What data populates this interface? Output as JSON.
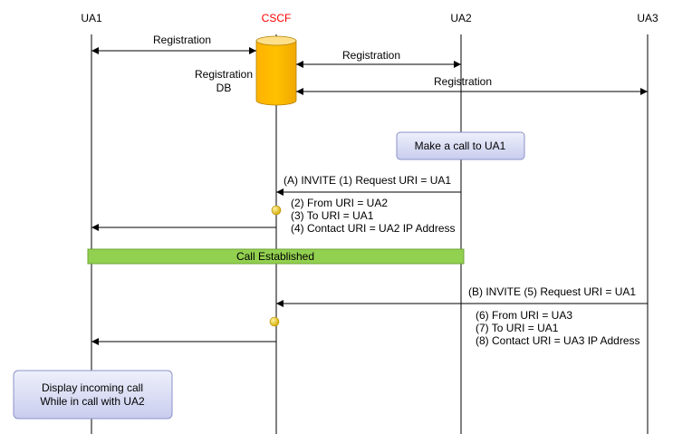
{
  "participants": {
    "ua1": "UA1",
    "cscf": "CSCF",
    "ua2": "UA2",
    "ua3": "UA3"
  },
  "colors": {
    "cscf_label": "#ff0000",
    "db_fill": "#ffc000",
    "db_top": "#ffd966",
    "established_bar": "#92d050",
    "note_fill": "#dde0f5",
    "note_border": "#8c92c8",
    "dot": "#e0b800"
  },
  "registration": {
    "ua1_label": "Registration",
    "ua2_label": "Registration",
    "ua3_label": "Registration",
    "db_label_line1": "Registration",
    "db_label_line2": "DB"
  },
  "notes": {
    "make_call": "Make a call to UA1",
    "display_line1": "Display incoming call",
    "display_line2": "While in call with UA2"
  },
  "invite_a": {
    "label": "(A) INVITE (1) Request URI = UA1",
    "from": "(2) From URI = UA2",
    "to": "(3) To URI = UA1",
    "contact": "(4) Contact URI = UA2 IP Address"
  },
  "call_established": "Call Established",
  "invite_b": {
    "label": "(B) INVITE (5) Request URI = UA1",
    "from": "(6) From URI = UA3",
    "to": "(7) To URI = UA1",
    "contact": "(8) Contact URI = UA3 IP Address"
  }
}
